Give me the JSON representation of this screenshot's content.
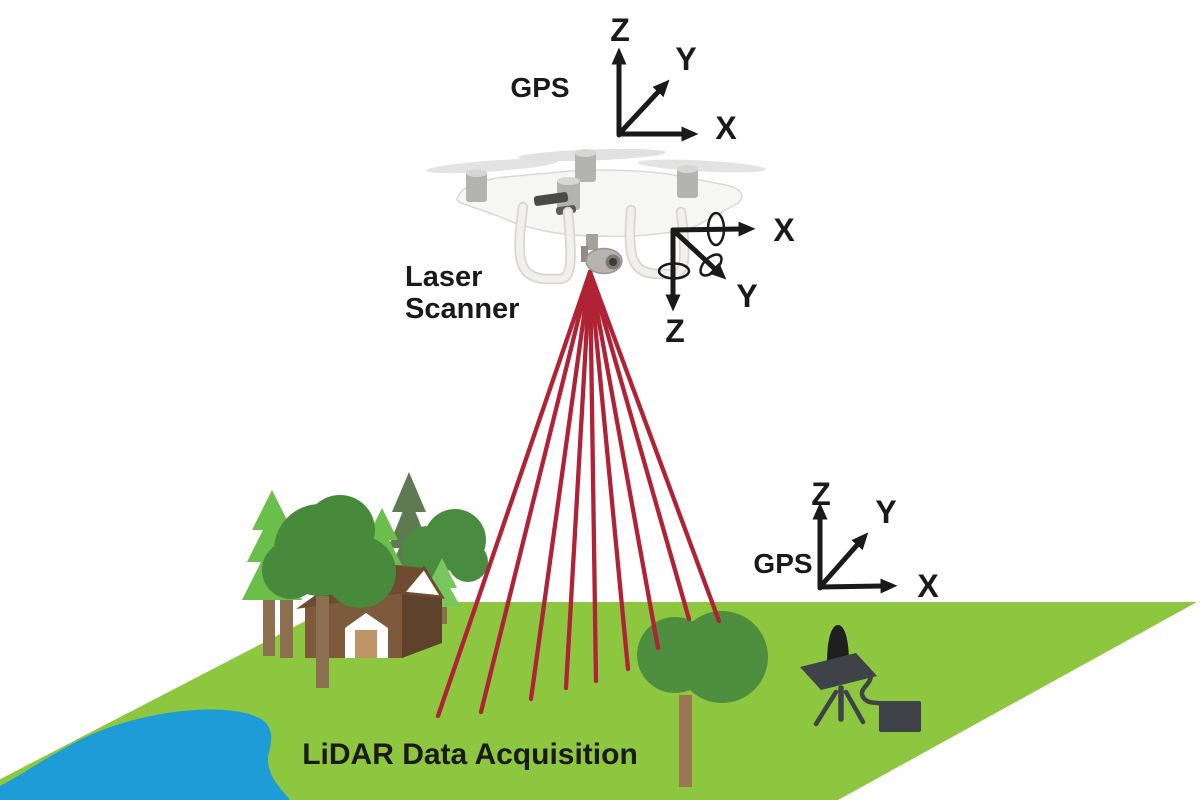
{
  "diagram": {
    "caption": "LiDAR Data Acquisition",
    "laser_scanner_label": {
      "line1": "Laser",
      "line2": "Scanner"
    },
    "gps_air_label": "GPS",
    "gps_ground_label": "GPS",
    "axes_air": {
      "x": "X",
      "y": "Y",
      "z": "Z"
    },
    "axes_body": {
      "x": "X",
      "y": "Y",
      "z": "Z"
    },
    "axes_ground": {
      "x": "X",
      "y": "Y",
      "z": "Z"
    },
    "laser_beam_count": 9,
    "objects": [
      "drone",
      "laser-beams",
      "house",
      "pine-trees",
      "deciduous-trees",
      "field-tree",
      "lake",
      "ground",
      "gps-base-station"
    ]
  },
  "colors": {
    "ink": "#1a1a1a",
    "ground": "#8dc63f",
    "water": "#1e9cd7",
    "laser": "#b02236",
    "pine_bright": "#6abf4b",
    "pine_light": "#79c65a",
    "pine_dark": "#5d7a52",
    "canopy": "#478a3c",
    "canopy_back": "#4a8c3f",
    "canopy_field": "#4e8f3f",
    "trunk": "#8c6e50",
    "trunk_field": "#9b7653",
    "house_front": "#7d5a3c",
    "house_side": "#5e422b",
    "house_roof": "#6f4b2f",
    "house_door": "#bd9468",
    "house_white": "#ffffff",
    "station": "#3f4347",
    "station_dome": "#1f1f1f",
    "drone_body": "#f6f6f4",
    "drone_edge": "#d9d9d7",
    "prop": "#dedede",
    "motor": "#b3b3b1",
    "camera": "#b7b3ad",
    "lens": "#3c3936"
  }
}
